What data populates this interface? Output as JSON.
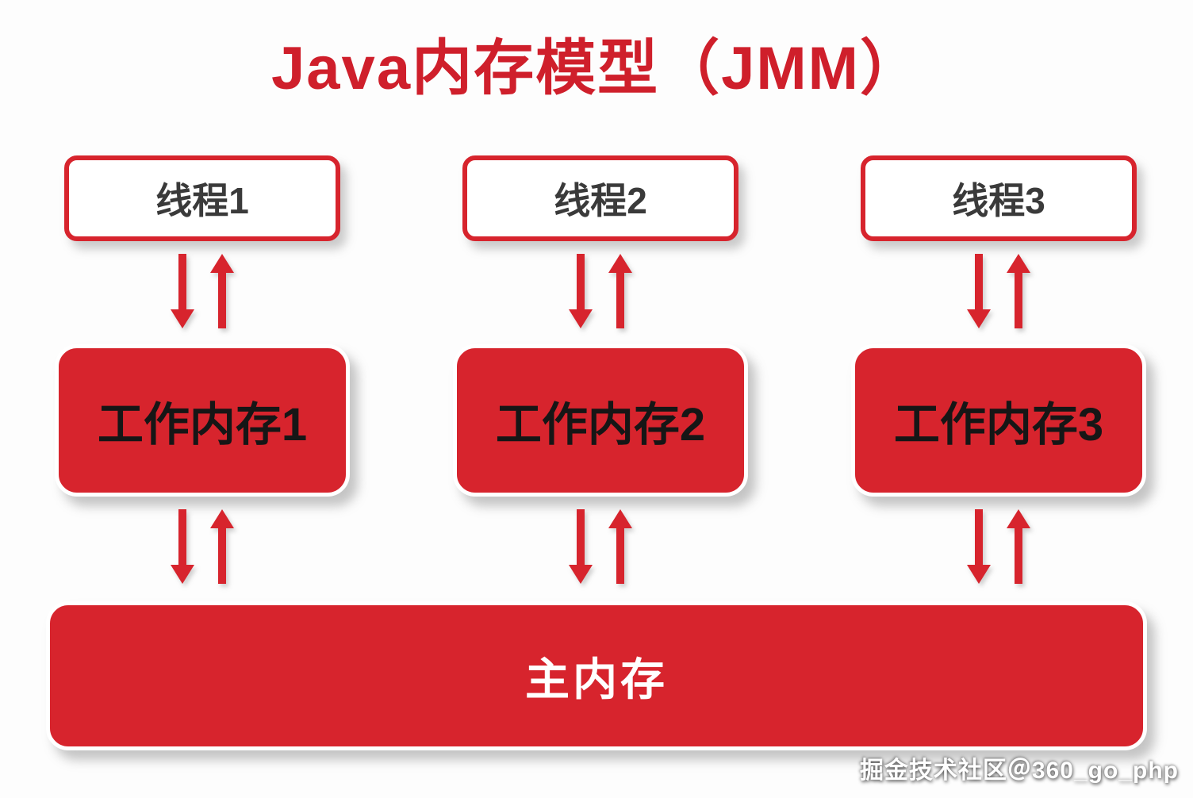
{
  "title": "Java内存模型（JMM）",
  "colors": {
    "red": "#d7242d",
    "title_red": "#cf1f2b",
    "thread_text": "#3a3a3a",
    "work_text": "#161616",
    "main_text": "#ffffff",
    "background": "#fdfdfd"
  },
  "threads": [
    {
      "label": "线程1"
    },
    {
      "label": "线程2"
    },
    {
      "label": "线程3"
    }
  ],
  "working_memories": [
    {
      "label": "工作内存1"
    },
    {
      "label": "工作内存2"
    },
    {
      "label": "工作内存3"
    }
  ],
  "main_memory": {
    "label": "主内存"
  },
  "watermark": "掘金技术社区＠360_go_php",
  "diagram": {
    "type": "architecture-diagram",
    "description_edges": [
      "线程1 <-> 工作内存1",
      "线程2 <-> 工作内存2",
      "线程3 <-> 工作内存3",
      "工作内存1 <-> 主内存",
      "工作内存2 <-> 主内存",
      "工作内存3 <-> 主内存"
    ]
  }
}
